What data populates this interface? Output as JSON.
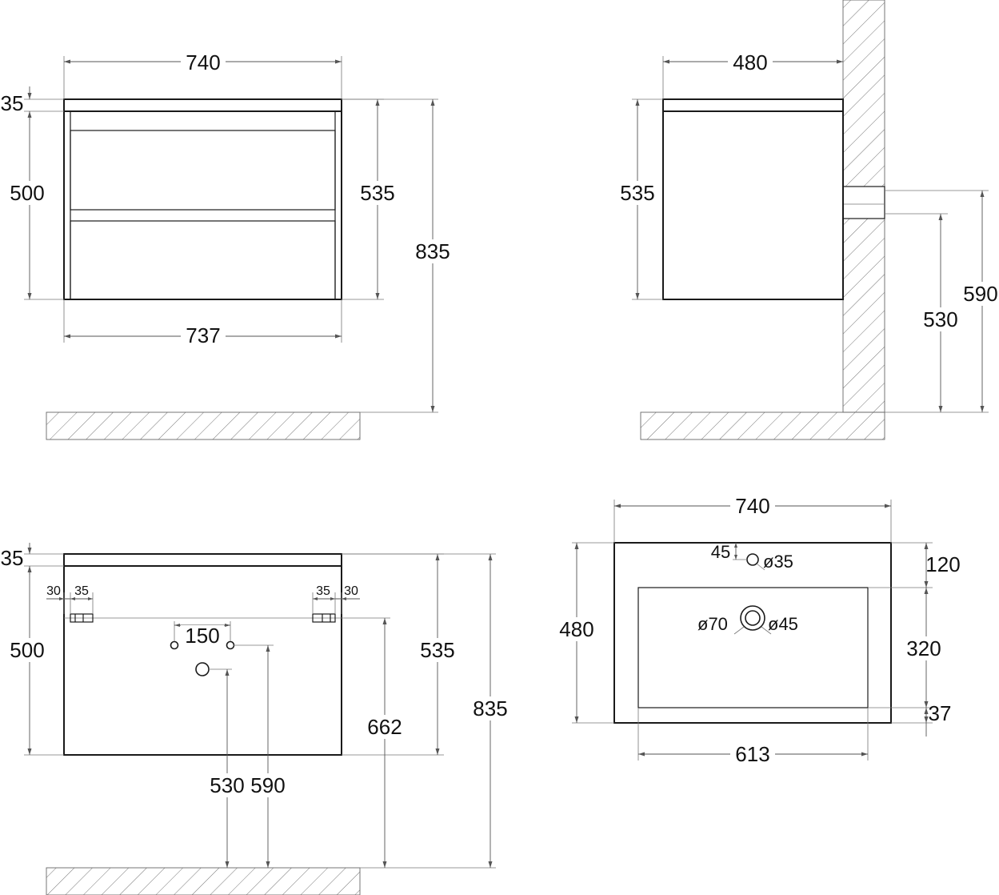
{
  "views": {
    "front": {
      "width_top": "740",
      "top_thickness": "35",
      "body_height": "500",
      "total_cabinet_height": "535",
      "overall_height": "835",
      "width_bottom": "737"
    },
    "side": {
      "depth": "480",
      "cabinet_height": "535",
      "bottom_to_floor": "530",
      "mount_height": "590"
    },
    "back": {
      "top_thickness": "35",
      "bracket_edge_left": "30",
      "bracket_width_left": "35",
      "bracket_width_right": "35",
      "bracket_edge_right": "30",
      "body_height": "500",
      "holes_spacing": "150",
      "cabinet_height": "535",
      "bracket_height": "662",
      "overall_height": "835",
      "drain_height": "530",
      "supply_height": "590"
    },
    "top": {
      "width": "740",
      "tap_offset": "45",
      "tap_hole": "ø35",
      "depth": "480",
      "rim_back": "120",
      "drain_outer": "ø70",
      "drain_inner": "ø45",
      "bowl_depth": "320",
      "rim_front": "37",
      "bowl_width": "613"
    }
  }
}
